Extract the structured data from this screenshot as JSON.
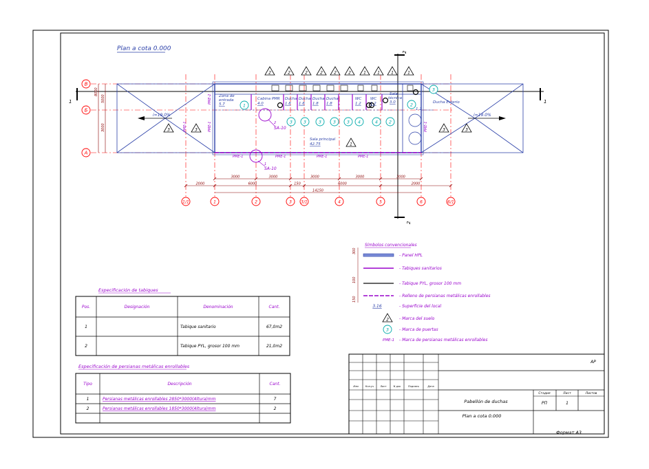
{
  "plan": {
    "title": "Plan a cota 0.000",
    "section_marks": {
      "top": "2",
      "bottom": "2",
      "left": "1",
      "right": "1"
    },
    "axes_rows": [
      "B",
      "Б",
      "A"
    ],
    "axes_cols": [
      "1/1",
      "1",
      "2",
      "3",
      "3/1",
      "4",
      "5",
      "6",
      "6/1"
    ],
    "row_dims": [
      "8000",
      "5000",
      "3000"
    ],
    "dims_level1": [
      "3000",
      "3000",
      "3000",
      "3000",
      "3000"
    ],
    "dims_level2": [
      "2000",
      "6000",
      "150",
      "6000",
      "2000"
    ],
    "dims_total": "14150",
    "slope_left": "i=19.0%",
    "slope_right": "i=19.0%",
    "rooms": [
      {
        "name": "Zona de entrada",
        "area": "5.7"
      },
      {
        "name": "Cabina PMR",
        "area": "4.0"
      },
      {
        "name": "Ducha",
        "area": "1.8"
      },
      {
        "name": "Ducha",
        "area": "1.8"
      },
      {
        "name": "Ducha",
        "area": "1.8"
      },
      {
        "name": "Ducha",
        "area": "1.8"
      },
      {
        "name": "WC",
        "area": "1.2"
      },
      {
        "name": "WC",
        "area": "1.2"
      },
      {
        "name": "Sala técnica",
        "area": "3.0"
      },
      {
        "name": "Sala principal",
        "area": "42.75"
      }
    ],
    "ducha_exterior": "Ducha Exterio",
    "tech_area_extra": "1.2",
    "door_tag_1": "SA-10",
    "door_tag_2": "SA-10",
    "door_tag_1_num": "2",
    "door_tag_2_num": "1",
    "floor_marks_top": [
      "2",
      "2",
      "2",
      "2",
      "2",
      "2",
      "1",
      "1",
      "1",
      "1"
    ],
    "floor_marks_main": [
      "3",
      "3",
      "3",
      "3",
      "1"
    ],
    "door_marks": [
      "1",
      "3",
      "3",
      "3",
      "3",
      "3",
      "4",
      "4",
      "2",
      "2",
      "3"
    ],
    "pme_labels": [
      "PME-2",
      "PME-1",
      "PME-1",
      "PME-1",
      "PME-1",
      "PME-1",
      "PME-1",
      "PME-1",
      "PME-1",
      "PME-1"
    ]
  },
  "legend": {
    "title": "Símbolos convencionales",
    "dims": [
      "300",
      "100",
      "150"
    ],
    "items": [
      "- Panel HPL",
      "- Tabiques sanitarios",
      "- Tabique PYL, grosor 100 mm",
      "- Relleno de persianas metálicas enrollables",
      "- Superficie del local",
      "- Marca del suelo",
      "- Marca de puertas",
      "- Marca de persianas metálicas enrollables"
    ],
    "sym_area": "3.16",
    "sym_floor": "2",
    "sym_door": "3",
    "sym_pme": "PME-1"
  },
  "tabiques": {
    "title": "Especificación de tabiques",
    "headers": [
      "Pos.",
      "Designación",
      "Denominación",
      "Cant."
    ],
    "rows": [
      {
        "pos": "1",
        "desig": "",
        "denom": "Tabique sanitario",
        "cant": "67,0m2"
      },
      {
        "pos": "2",
        "desig": "",
        "denom": "Tabique PYL, grosor 100 mm",
        "cant": "21,0m2"
      }
    ]
  },
  "persianas": {
    "title": "Especificación de persianas metálicas enrollables",
    "headers": [
      "Tipo",
      "Descripción",
      "Cant."
    ],
    "rows": [
      {
        "tipo": "1",
        "desc": "Persianas metálicas enrollables 2850*3000(Altura)mm",
        "cant": "7"
      },
      {
        "tipo": "2",
        "desc": "Persianas metálicas enrollables 1850*3000(Altura)mm",
        "cant": "2"
      }
    ]
  },
  "titleblock": {
    "code": "AP",
    "change_headers": [
      "Изм",
      "Кол.уч",
      "Лист",
      "N док",
      "Подпись",
      "Дата"
    ],
    "stage_headers": [
      "Стадия",
      "Лист",
      "Листов"
    ],
    "stage": "РП",
    "sheet": "1",
    "sheets": "",
    "project": "Pabellón de duchas",
    "drawing": "Plan a cota 0.000",
    "format": "Формат А3"
  },
  "colors": {
    "axis": "#ff0000",
    "dim": "#8b0000",
    "purple": "#9900cc",
    "blue": "#2a3fa8",
    "cyan": "#00aaaa",
    "black": "#000000"
  }
}
